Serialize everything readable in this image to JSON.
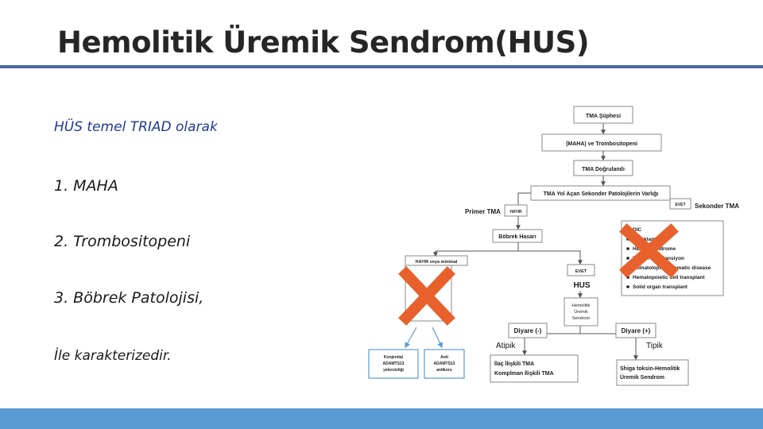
{
  "slide": {
    "title": "Hemolitik Üremik Sendrom(HUS)",
    "colors": {
      "title_rule": "#4a6ea0",
      "bottom_bar": "#5b9bd5",
      "cross": "#e8612c",
      "box_border": "#8a8a8a"
    }
  },
  "bullets": {
    "heading": "HÜS temel TRIAD olarak",
    "item1": "1. MAHA",
    "item2": "2. Trombositopeni",
    "item3": "3. Böbrek Patolojisi,",
    "item4": "İle karakterizedir."
  },
  "flowchart": {
    "tma_supphesi": "TMA Şüphesi",
    "maha_trombositopeni": "(MAHA) ve Trombositopeni",
    "tma_dogrulandi": "TMA Doğrulandı",
    "sekonder_pat": "TMA Yol Açan Sekonder Patolojilerin Varlığı",
    "hayir_top": "HAYIR",
    "evet_top": "EVET",
    "primer_tma": "Primer TMA",
    "sekonder_tma": "Sekonder TMA",
    "bobrek_hasari": "Böbrek Hasarı",
    "hayir_minimal": "HAYIR veya minimal",
    "evet_mid": "EVET",
    "hus": "HUS",
    "hemolitik_box": [
      "Hemolitik",
      "Üremik",
      "Sendrom"
    ],
    "diyare_neg": "Diyare (-)",
    "diyare_pos": "Diyare (+)",
    "atipik": "Atipik",
    "tipik": "Tipik",
    "ilac_tma": "İlaç İlişkili TMA",
    "komplman_tma": "Komplman İlişkili TMA",
    "shiga_line1": "Shiga toksin-Hemolitik",
    "shiga_line2": "Üremik Sendrom",
    "konjenital": [
      "Konjenital",
      "ADAMTS13",
      "yetersizliği"
    ],
    "acquired": [
      "Anti",
      "ADAMTS13",
      "antikoru"
    ],
    "secondary_list": [
      "DIC",
      "Preeklampsi",
      "HELLP syndrome",
      "Malign hipertansiyon",
      "Romatolojik/systematic disease",
      "Hematopoietic cell transplant",
      "Solid organ transplant"
    ]
  }
}
